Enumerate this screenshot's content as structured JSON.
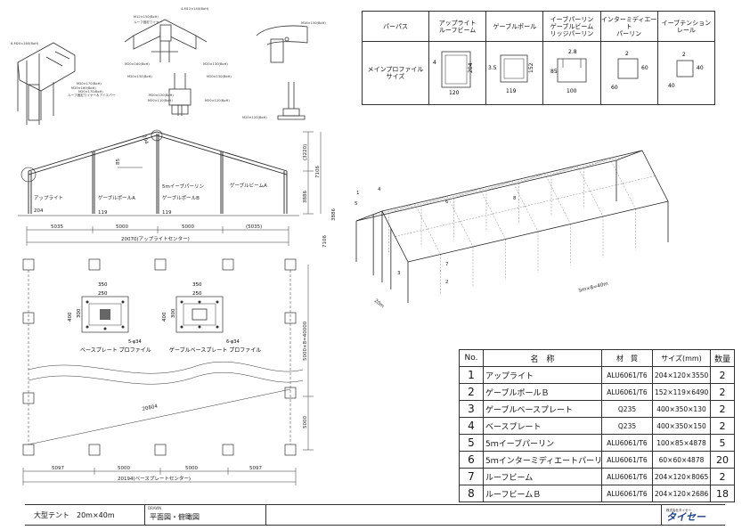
{
  "detail_labels": {
    "m12_a": "4-M12×140(BoH)",
    "m12_b": "M12×150(BoH)",
    "roof_wire": "ルーフ固定ワイヤー",
    "m20_a": "M20×160(BoH)",
    "m20_b": "M20×130(BoH)",
    "m20_c": "M20×150(BoH)",
    "m20_d": "M20×150(BoH)",
    "m16": "M16×150(BoH)",
    "m20_left": "6-M20×160(BoH)",
    "m20_left2": "M20×170(BoH)",
    "m20_left3": "M20×160(BoH)",
    "m20_left4": "M20×170(BoH)",
    "roof_wire2": "ルーフ固定ワイヤー＆アイスバー",
    "m20_mid": "M20×120(BoH)",
    "m20_mid2": "M20×110(BoH)",
    "m20_mid3": "M20×120(BoH)",
    "m20_r": "M20×120(BoH)",
    "m20_base": "M20×120(BoH)"
  },
  "profile_table": {
    "header": [
      "パーパス",
      "アップライト\nルーフビーム",
      "ゲーブルポール",
      "イーブパーリン\nゲーブルビーム\nリッジパーリン",
      "インターミディエート\nパーリン",
      "イーブテンション\nレール"
    ],
    "row_label": "メインプロファイル\nサイズ",
    "dims": {
      "upright": [
        "4",
        "204",
        "120"
      ],
      "gable": [
        "3.5",
        "152",
        "119"
      ],
      "eave": [
        "2.8",
        "85",
        "100"
      ],
      "inter": [
        "2",
        "60",
        "60"
      ],
      "tension": [
        "2",
        "40",
        "40"
      ]
    }
  },
  "elevation": {
    "dims": {
      "roof": "204",
      "height_top": "(3220)",
      "height_total": "7106",
      "height_side": "3886",
      "h85": "85",
      "upright_w": "204",
      "pole_a": "119",
      "pole_b": "119",
      "span1": "5035",
      "span2": "5000",
      "span3": "5000",
      "span4": "(5035)",
      "total": "20070(アップライトセンター)"
    },
    "labels": {
      "upright": "アップライト",
      "gable_a": "ゲーブルポールA",
      "gable_b": "ゲーブルポールB",
      "gable_beam": "ゲーブルビームA",
      "eave_purlin": "5mイーブパーリン"
    }
  },
  "plan": {
    "base_plate": {
      "label": "ベースプレート\nプロファイル",
      "w1": "350",
      "w2": "250",
      "h1": "400",
      "h2": "300",
      "holes": "5-φ34"
    },
    "gable_plate": {
      "label": "ゲーブルベースプレート\nプロファイル",
      "w1": "350",
      "w2": "250",
      "h1": "400",
      "h2": "300",
      "holes": "6-φ34"
    },
    "diag": "20804",
    "side_total": "5000×8=40000",
    "side_5000": "5000",
    "bottom": [
      "5097",
      "5000",
      "5000",
      "5097"
    ],
    "bottom_total": "20194(ベースプレートセンター)"
  },
  "iso": {
    "dims": {
      "h1": "3886",
      "h2": "7106",
      "span": "5m×8=40m",
      "w": "20m"
    },
    "callouts": [
      "1",
      "2",
      "3",
      "4",
      "5",
      "6",
      "7",
      "8"
    ]
  },
  "parts": {
    "headers": [
      "No.",
      "名　称",
      "材　質",
      "サイズ(mm)",
      "数量"
    ],
    "rows": [
      {
        "no": "1",
        "name": "アップライト",
        "mat": "ALU6061/T6",
        "size": "204×120×3550",
        "qty": "2"
      },
      {
        "no": "2",
        "name": "ゲーブルポールＢ",
        "mat": "ALU6061/T6",
        "size": "152×119×6490",
        "qty": "2"
      },
      {
        "no": "3",
        "name": "ゲーブルベースプレート",
        "mat": "Q235",
        "size": "400×350×130",
        "qty": "2"
      },
      {
        "no": "4",
        "name": "ベースプレート",
        "mat": "Q235",
        "size": "400×350×150",
        "qty": "2"
      },
      {
        "no": "5",
        "name": "5ｍイーブパーリン",
        "mat": "ALU6061/T6",
        "size": "100×85×4878",
        "qty": "5"
      },
      {
        "no": "6",
        "name": "5ｍインターミディエートパーリン",
        "mat": "ALU6061/T6",
        "size": "60×60×4878",
        "qty": "20"
      },
      {
        "no": "7",
        "name": "ルーフビーム",
        "mat": "ALU6061/T6",
        "size": "204×120×8065",
        "qty": "2"
      },
      {
        "no": "8",
        "name": "ルーフビームＢ",
        "mat": "ALU6061/T6",
        "size": "204×120×2686",
        "qty": "18"
      }
    ]
  },
  "title_block": {
    "title": "大型テント　20m×40m",
    "drawing_label": "DRAWN",
    "drawing_name": "平面図・俯瞰図",
    "company": "タイセー",
    "company_sub": "株式会社タイセー",
    "accent": "#1a3f8f"
  }
}
